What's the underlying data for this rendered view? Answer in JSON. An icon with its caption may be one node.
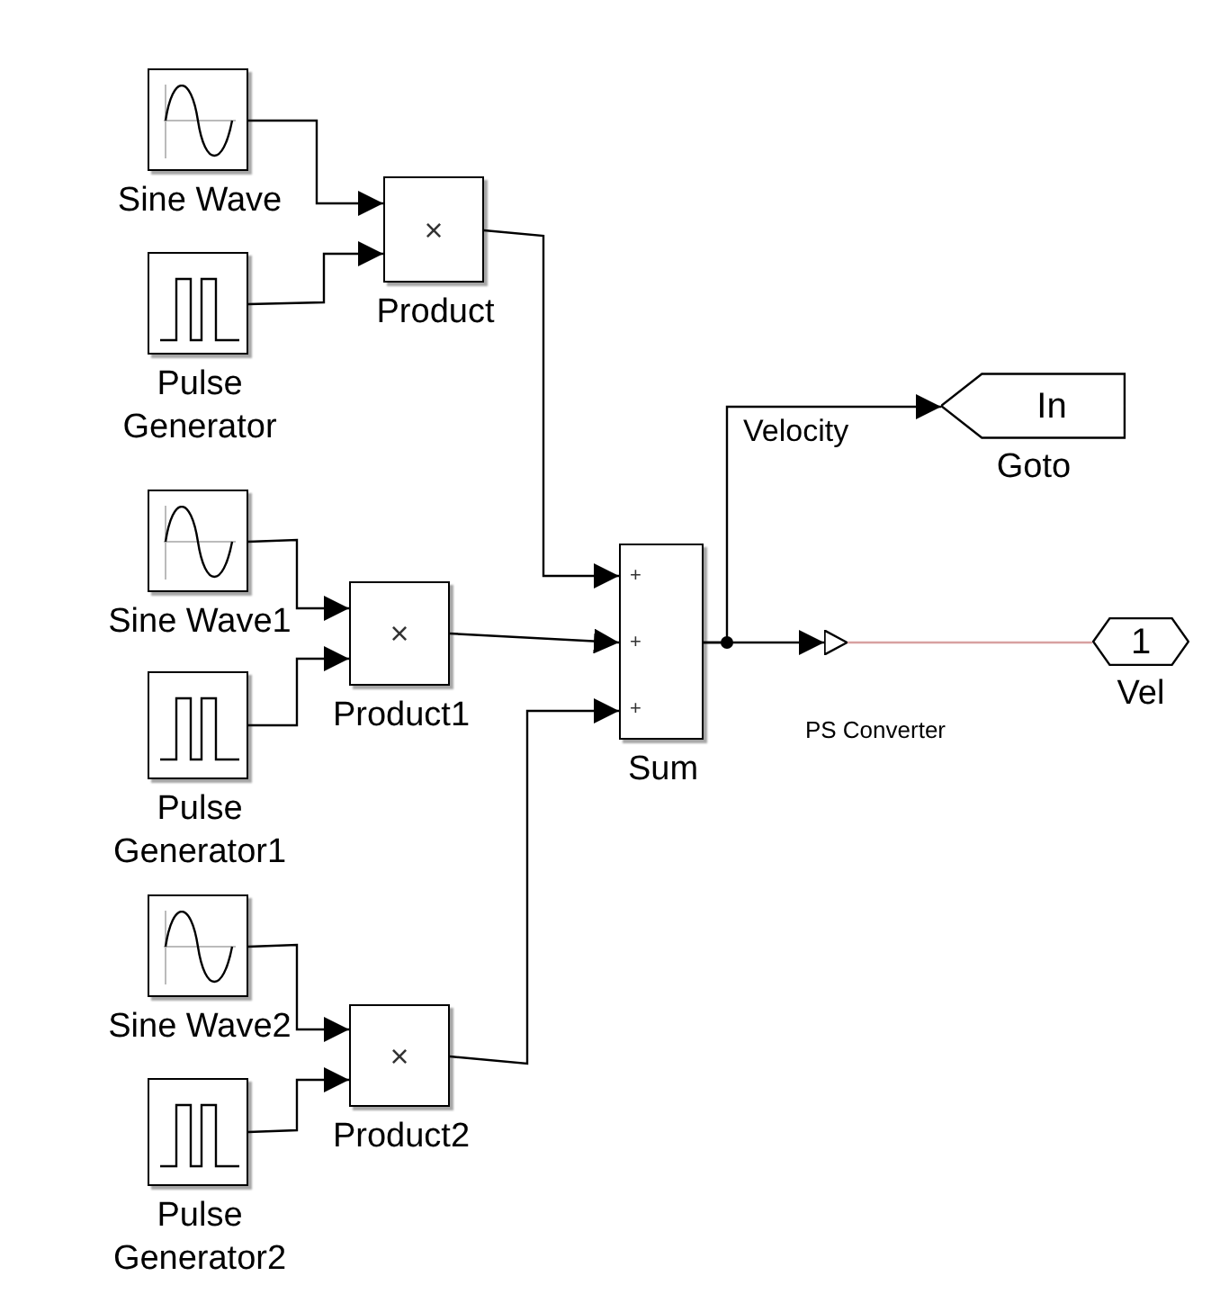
{
  "diagram": {
    "nodes": [
      {
        "text": [
          "Sine Wave"
        ]
      },
      {
        "text": [
          "Pulse Generator"
        ]
      },
      {
        "text": [
          "×",
          "Product"
        ]
      },
      {
        "text": [
          "Sine Wave1"
        ]
      },
      {
        "text": [
          "Pulse Generator1"
        ]
      },
      {
        "text": [
          "×",
          "Product1"
        ]
      },
      {
        "text": [
          "Sine Wave2"
        ]
      },
      {
        "text": [
          "Pulse Generator2"
        ]
      },
      {
        "text": [
          "×",
          "Product2"
        ]
      },
      {
        "text": [
          "+",
          "+",
          "+",
          "Sum"
        ]
      },
      {
        "text": [
          "In",
          "Goto"
        ]
      },
      {
        "text": [
          "PS Converter"
        ]
      },
      {
        "text": [
          "1",
          "Vel"
        ]
      }
    ],
    "edges": [
      {
        "from": 0,
        "to": 2,
        "arrow": "to"
      },
      {
        "from": 1,
        "to": 2,
        "arrow": "to"
      },
      {
        "from": 2,
        "to": 9,
        "arrow": "to"
      },
      {
        "from": 3,
        "to": 5,
        "arrow": "to"
      },
      {
        "from": 4,
        "to": 5,
        "arrow": "to"
      },
      {
        "from": 5,
        "to": 9,
        "arrow": "to"
      },
      {
        "from": 6,
        "to": 8,
        "arrow": "to"
      },
      {
        "from": 7,
        "to": 8,
        "arrow": "to"
      },
      {
        "from": 8,
        "to": 9,
        "arrow": "to"
      },
      {
        "from": 9,
        "to": 10,
        "arrow": "to",
        "label": "Velocity"
      },
      {
        "from": 9,
        "to": 11,
        "arrow": "to"
      },
      {
        "from": 11,
        "to": 12,
        "arrow": "none",
        "color": "#d8a0a0"
      }
    ]
  }
}
